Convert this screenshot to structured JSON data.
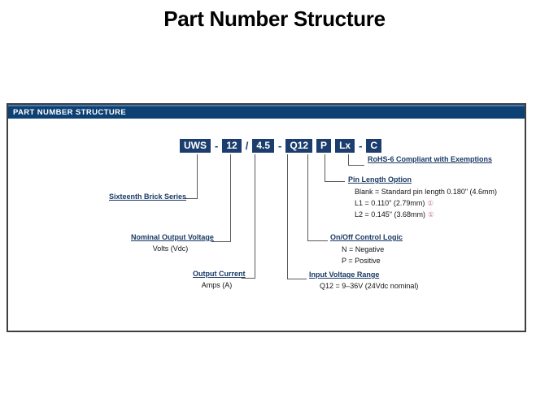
{
  "title": "Part Number Structure",
  "panel_header": "PART NUMBER STRUCTURE",
  "part_number": {
    "segments": [
      {
        "text": "UWS"
      },
      {
        "text": "-"
      },
      {
        "text": "12"
      },
      {
        "text": "/"
      },
      {
        "text": "4.5"
      },
      {
        "text": "-"
      },
      {
        "text": "Q12"
      },
      {
        "text": "P"
      },
      {
        "text": "Lx"
      },
      {
        "text": "-"
      },
      {
        "text": "C"
      }
    ]
  },
  "callouts": {
    "rohs": {
      "label": "RoHS-6 Compliant with Exemptions"
    },
    "pin_length": {
      "label": "Pin Length Option",
      "lines": [
        {
          "text": "Blank = Standard pin length 0.180\" (4.6mm)",
          "marker": ""
        },
        {
          "text": "L1 = 0.110\" (2.79mm)",
          "marker": "①"
        },
        {
          "text": "L2 = 0.145\" (3.68mm)",
          "marker": "①"
        }
      ]
    },
    "series": {
      "label": "Sixteenth Brick Series"
    },
    "nominal_output_voltage": {
      "label": "Nominal Output Voltage",
      "sub": "Volts (Vdc)"
    },
    "on_off_control_logic": {
      "label": "On/Off Control Logic",
      "lines": [
        {
          "text": "N = Negative"
        },
        {
          "text": "P = Positive"
        }
      ]
    },
    "output_current": {
      "label": "Output Current",
      "sub": "Amps (A)"
    },
    "input_voltage_range": {
      "label": "Input Voltage Range",
      "sub": "Q12 = 9–36V (24Vdc nominal)"
    }
  },
  "colors": {
    "header_bar": "#0E4173",
    "header_accent": "#4179B3",
    "segment_box": "#1C3E6E",
    "callout_label": "#1A3A66",
    "footnote_marker": "#D2717E",
    "connector_line": "#5A5A5A",
    "panel_border": "#3F3F3F"
  }
}
